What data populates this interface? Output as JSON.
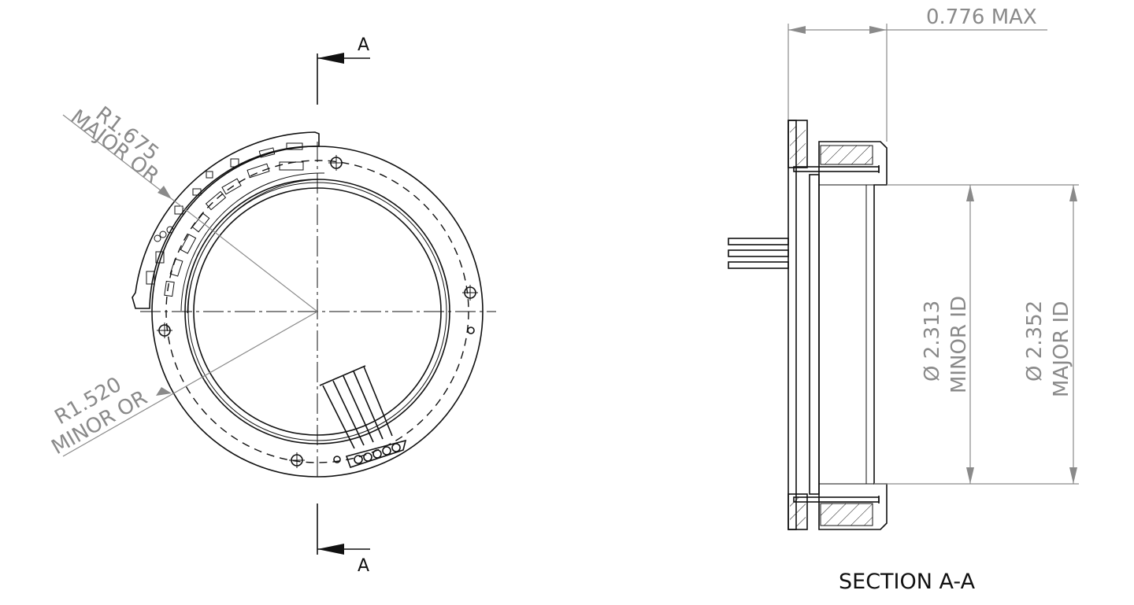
{
  "section_marker_letter": "A",
  "section_label": "SECTION A-A",
  "dimensions": {
    "overall_width": "0.776 MAX",
    "major_or_value": "R1.675",
    "major_or_label": "MAJOR OR",
    "minor_or_value": "R1.520",
    "minor_or_label": "MINOR OR",
    "minor_id_value": "Ø 2.313",
    "minor_id_label": "MINOR ID",
    "major_id_value": "Ø 2.352",
    "major_id_label": "MAJOR ID"
  },
  "colors": {
    "line": "#111111",
    "dimension": "#8a8a8a",
    "background": "#ffffff"
  }
}
